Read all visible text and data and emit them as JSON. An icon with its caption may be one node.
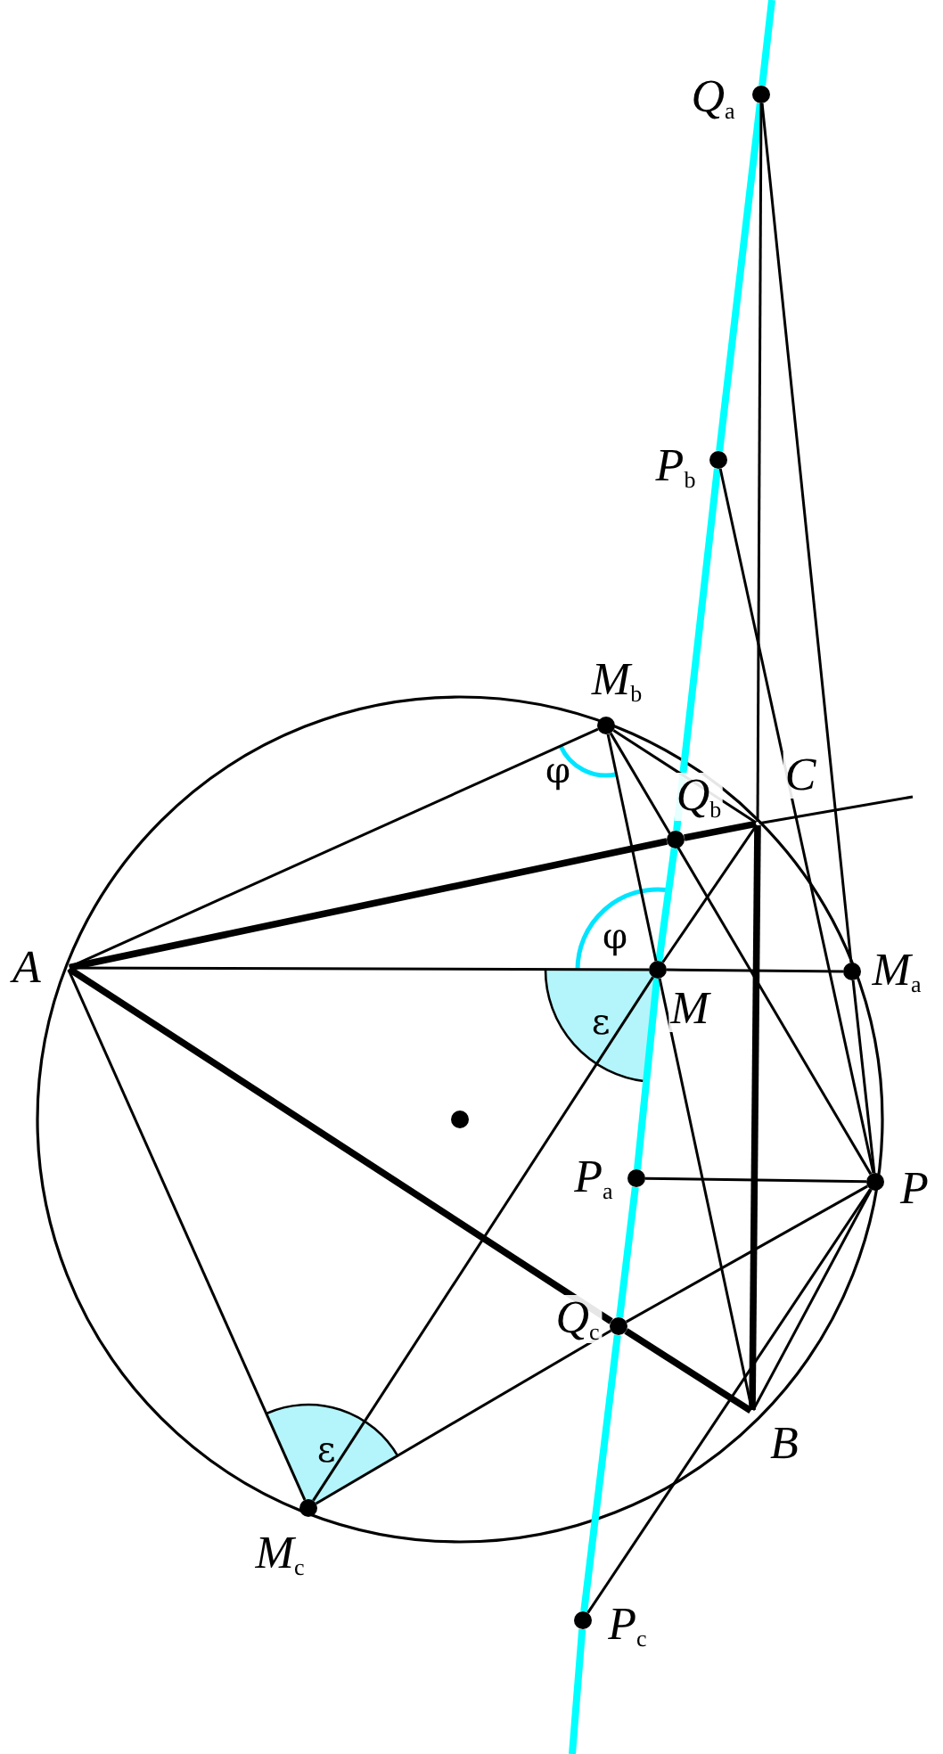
{
  "diagram": {
    "nodes": [
      {
        "text": [
          "Q$_{a}$"
        ]
      },
      {
        "text": [
          "P$_{b}$"
        ]
      },
      {
        "text": [
          "M$_{b}$"
        ]
      },
      {
        "text": [
          "Q$_{b}$"
        ]
      },
      {
        "text": [
          "C"
        ]
      },
      {
        "text": [
          "A"
        ]
      },
      {
        "text": [
          "M"
        ]
      },
      {
        "text": [
          "M$_{a}$"
        ]
      },
      {
        "text": [
          "P$_{a}$"
        ]
      },
      {
        "text": [
          "P"
        ]
      },
      {
        "text": [
          "Q$_{c}$"
        ]
      },
      {
        "text": [
          "B"
        ]
      },
      {
        "text": [
          "M$_{c}$"
        ]
      },
      {
        "text": [
          "P$_{c}$"
        ]
      }
    ],
    "edges": [
      {
        "from": null,
        "to": 0,
        "arrow": "none",
        "style": "thick",
        "color": "#00ffff"
      },
      {
        "from": 0,
        "to": 1,
        "arrow": "none",
        "style": "thick",
        "color": "#00ffff"
      },
      {
        "from": 1,
        "to": 3,
        "arrow": "none",
        "style": "thick",
        "color": "#00ffff"
      },
      {
        "from": 3,
        "to": 6,
        "arrow": "none",
        "style": "thick",
        "color": "#00ffff"
      },
      {
        "from": 6,
        "to": 8,
        "arrow": "none",
        "style": "thick",
        "color": "#00ffff"
      },
      {
        "from": 8,
        "to": 10,
        "arrow": "none",
        "style": "thick",
        "color": "#00ffff"
      },
      {
        "from": 10,
        "to": 13,
        "arrow": "none",
        "style": "thick",
        "color": "#00ffff"
      },
      {
        "from": 13,
        "to": null,
        "arrow": "none",
        "style": "thick",
        "color": "#00ffff"
      },
      {
        "from": 0,
        "to": 4,
        "arrow": "none"
      },
      {
        "from": 4,
        "to": 11,
        "arrow": "none",
        "style": "thick"
      },
      {
        "from": 5,
        "to": 3,
        "arrow": "none",
        "style": "thick"
      },
      {
        "from": 3,
        "to": 4,
        "arrow": "none",
        "style": "thick"
      },
      {
        "from": 4,
        "to": null,
        "arrow": "none"
      },
      {
        "from": 5,
        "to": 10,
        "arrow": "none",
        "style": "thick"
      },
      {
        "from": 10,
        "to": 11,
        "arrow": "none",
        "style": "thick"
      },
      {
        "from": 5,
        "to": 6,
        "arrow": "none"
      },
      {
        "from": 6,
        "to": 7,
        "arrow": "none"
      },
      {
        "from": 5,
        "to": 2,
        "arrow": "none"
      },
      {
        "from": 5,
        "to": 12,
        "arrow": "none"
      },
      {
        "from": 2,
        "to": 4,
        "arrow": "none"
      },
      {
        "from": 2,
        "to": 6,
        "arrow": "none"
      },
      {
        "from": 6,
        "to": 11,
        "arrow": "none"
      },
      {
        "from": 12,
        "to": 6,
        "arrow": "none"
      },
      {
        "from": 6,
        "to": 4,
        "arrow": "none"
      },
      {
        "from": 12,
        "to": 10,
        "arrow": "none"
      },
      {
        "from": 10,
        "to": 9,
        "arrow": "none"
      },
      {
        "from": 8,
        "to": 9,
        "arrow": "none"
      },
      {
        "from": 0,
        "to": 7,
        "arrow": "none"
      },
      {
        "from": 7,
        "to": 9,
        "arrow": "none"
      },
      {
        "from": 1,
        "to": 9,
        "arrow": "none"
      },
      {
        "from": 2,
        "to": 9,
        "arrow": "none"
      },
      {
        "from": 9,
        "to": 11,
        "arrow": "none"
      },
      {
        "from": 9,
        "to": 13,
        "arrow": "none"
      }
    ],
    "labels": [
      "φ",
      "φ",
      "ε",
      "ε"
    ]
  }
}
